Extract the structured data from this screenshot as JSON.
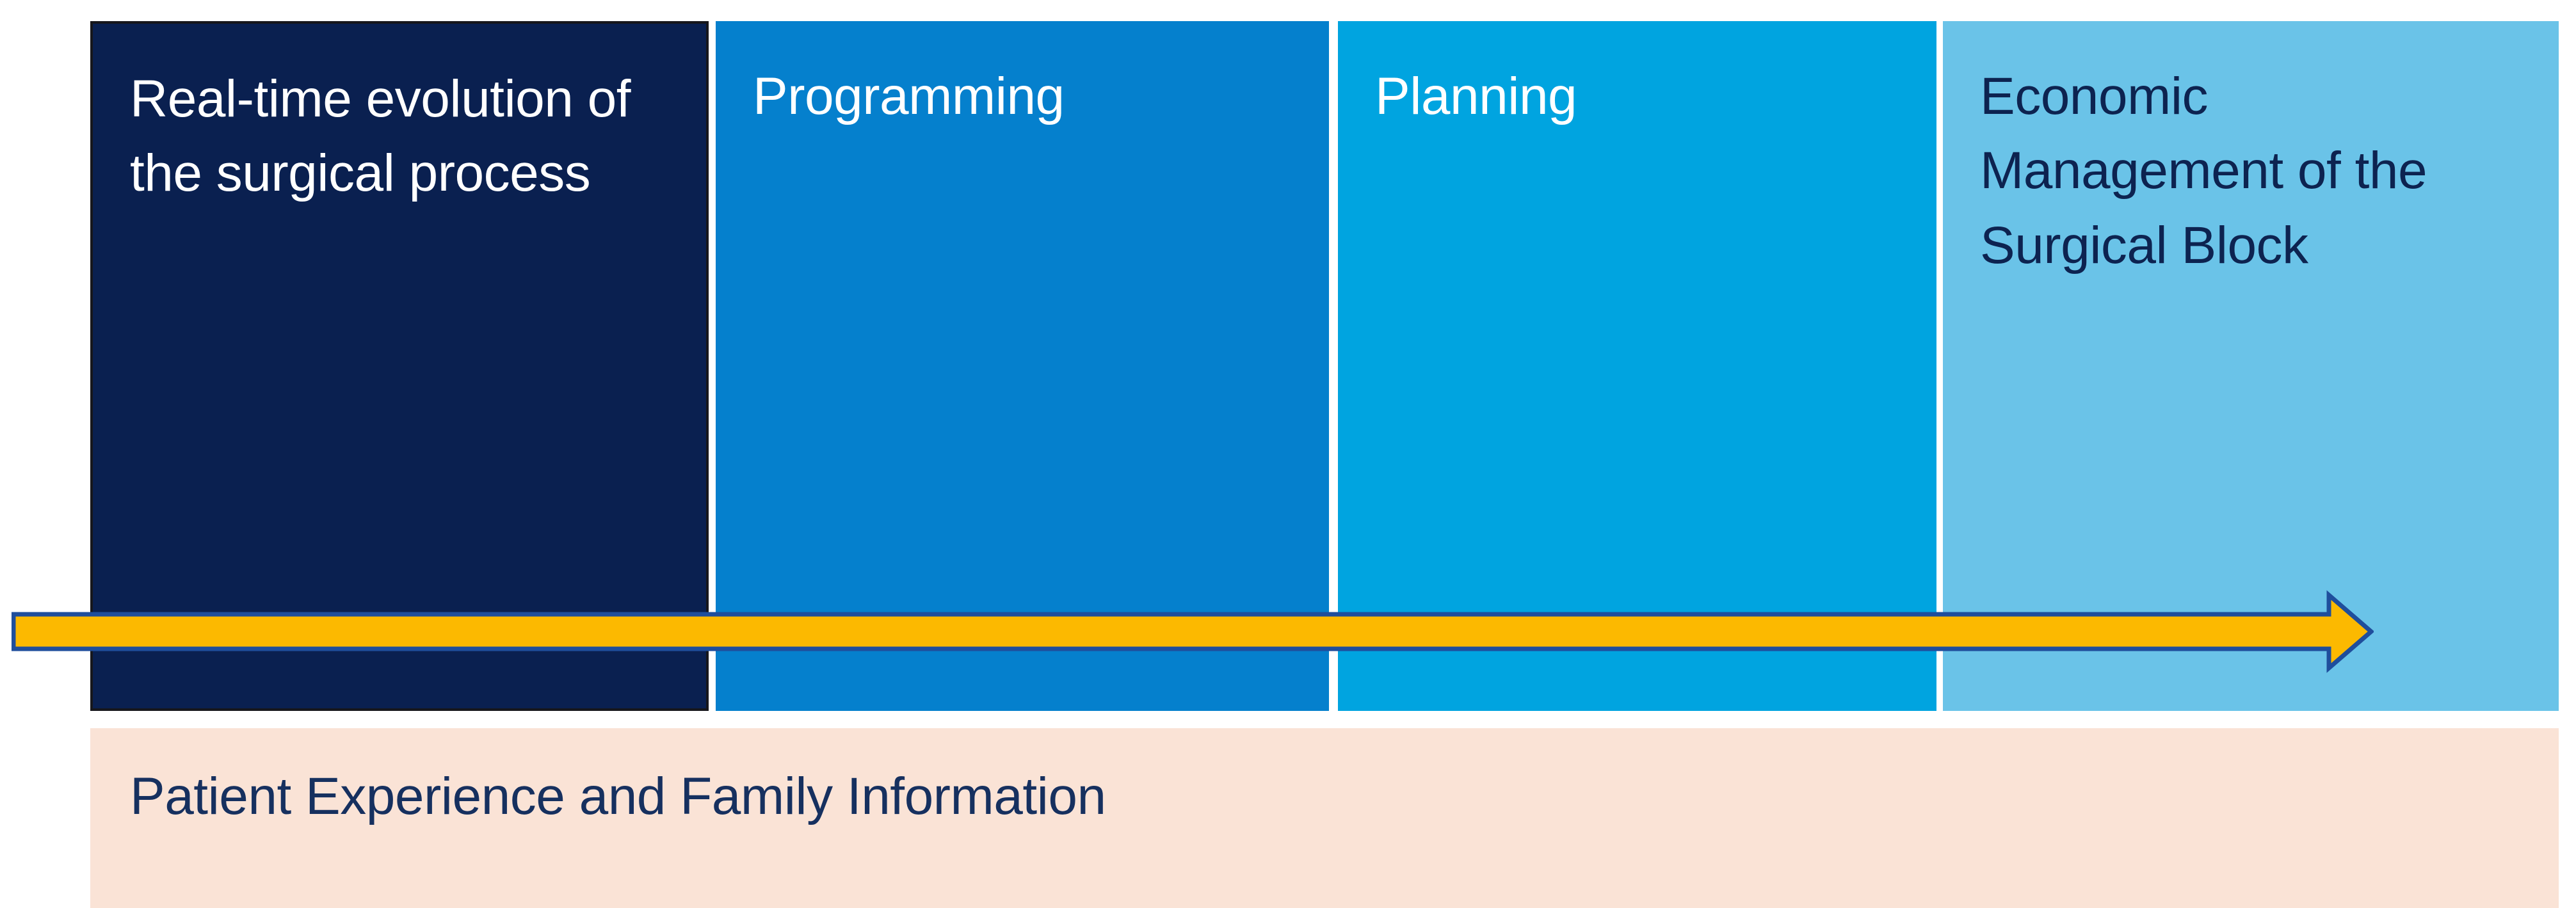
{
  "diagram": {
    "title": "Surgical process stages timeline",
    "stages": [
      {
        "label": "Real-time evolution of the surgical process",
        "bg_color": "#0a2050",
        "text_color": "#ffffff"
      },
      {
        "label": "Programming",
        "bg_color": "#0580cd",
        "text_color": "#ffffff"
      },
      {
        "label": "Planning",
        "bg_color": "#00a4e0",
        "text_color": "#ffffff"
      },
      {
        "label": "Economic Management of the Surgical Block",
        "bg_color": "#6ac3e8",
        "text_color": "#0d2350"
      }
    ],
    "arrow": {
      "name": "progress-arrow",
      "direction": "right",
      "fill_color": "#fcb900",
      "outline_color": "#1f4e9c"
    },
    "footer": {
      "label": "Patient Experience and Family Information",
      "bg_color": "#fae3d6",
      "text_color": "#16305f"
    }
  }
}
